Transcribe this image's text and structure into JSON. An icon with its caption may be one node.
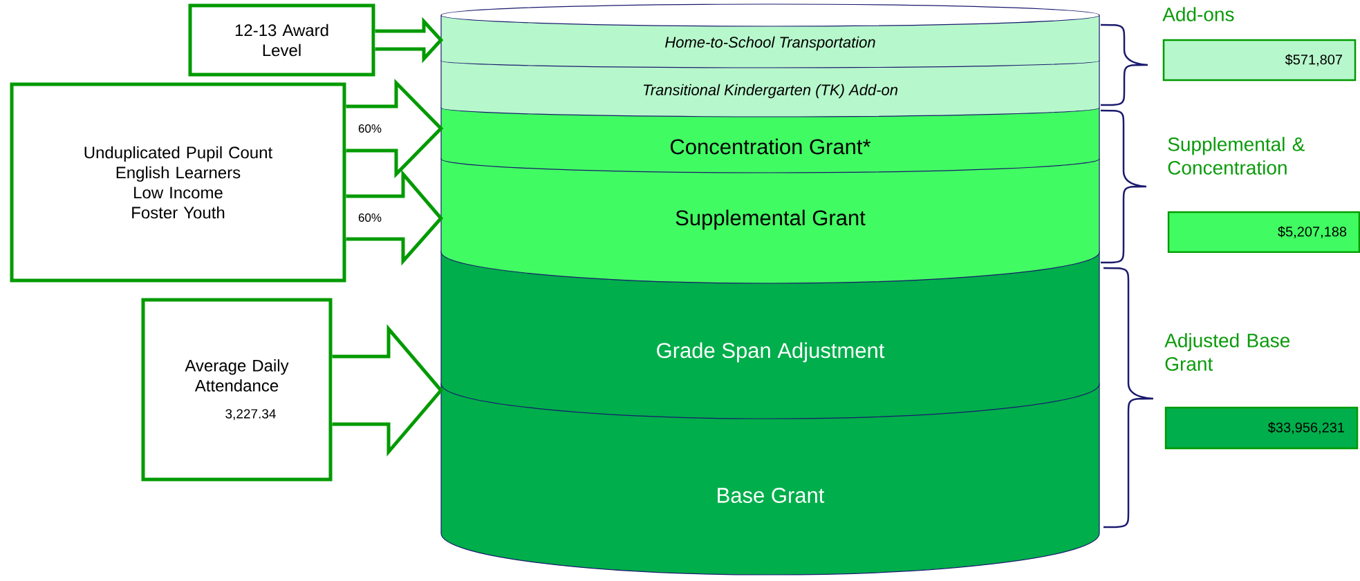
{
  "diagram": {
    "nodes": [
      {
        "text": [
          "12-13 Award Level"
        ]
      },
      {
        "text": [
          "Unduplicated Pupil Count",
          "English Learners",
          "Low Income",
          "Foster Youth"
        ]
      },
      {
        "text": [
          "Average Daily Attendance",
          "3,227.34"
        ]
      },
      {
        "text": [
          "Home-to-School Transportation"
        ]
      },
      {
        "text": [
          "Transitional Kindergarten (TK) Add-on"
        ]
      },
      {
        "text": [
          "Concentration Grant*"
        ]
      },
      {
        "text": [
          "Supplemental Grant"
        ]
      },
      {
        "text": [
          "Grade Span Adjustment"
        ]
      },
      {
        "text": [
          "Base Grant"
        ]
      },
      {
        "text": [
          "Add-ons",
          "$571,807"
        ]
      },
      {
        "text": [
          "Supplemental & Concentration",
          "$5,207,188"
        ]
      },
      {
        "text": [
          "Adjusted Base Grant",
          "$33,956,231"
        ]
      }
    ],
    "edges": [
      {
        "from": 0,
        "to": 3,
        "arrow": "to"
      },
      {
        "from": 1,
        "to": 5,
        "arrow": "to",
        "label": "60%"
      },
      {
        "from": 1,
        "to": 6,
        "arrow": "to",
        "label": "60%"
      },
      {
        "from": 2,
        "to": 7,
        "arrow": "to"
      }
    ]
  }
}
